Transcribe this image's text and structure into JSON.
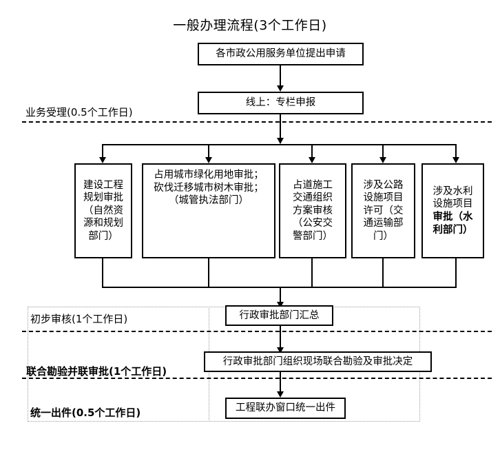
{
  "chart_data": {
    "type": "diagram",
    "title": "一般办理流程(3个工作日)",
    "nodes": [
      {
        "id": "n1",
        "label": "各市政公用服务单位提出申请"
      },
      {
        "id": "n2",
        "label": "线上：专栏申报"
      },
      {
        "id": "b1",
        "label": "建设工程规划审批（自然资源和规划部门）"
      },
      {
        "id": "b2",
        "label": "占用城市绿化用地审批；砍伐迁移城市树木审批；（城管执法部门）"
      },
      {
        "id": "b3",
        "label": "占道施工交通组织方案审核（公安交警部门）"
      },
      {
        "id": "b4",
        "label": "涉及公路设施项目许可（交通运输部门）"
      },
      {
        "id": "b5",
        "label": "涉及水利设施项目审批（水利部门）"
      },
      {
        "id": "n3",
        "label": "行政审批部门汇总"
      },
      {
        "id": "n4",
        "label": "行政审批部门组织现场联合勘验及审批决定"
      },
      {
        "id": "n5",
        "label": "工程联办窗口统一出件"
      }
    ],
    "stages": [
      {
        "id": "s1",
        "label": "业务受理(0.5个工作日)"
      },
      {
        "id": "s2",
        "label": "初步审核(1个工作日)"
      },
      {
        "id": "s3",
        "label": "联合勘验并联审批(1个工作日)"
      },
      {
        "id": "s4",
        "label": "统一出件(0.5个工作日)"
      }
    ]
  },
  "title": "一般办理流程(3个工作日)",
  "nodes": {
    "apply": "各市政公用服务单位提出申请",
    "online": "线上：专栏申报",
    "summary": "行政审批部门汇总",
    "joint_survey": "行政审批部门组织现场联合勘验及审批决定",
    "issue": "工程联办窗口统一出件"
  },
  "branches": {
    "b1_l1": "建设工程",
    "b1_l2": "规划审批",
    "b1_l3": "（自然资",
    "b1_l4": "源和规划",
    "b1_l5": "部门）",
    "b2_l1": "占用城市绿化用地审批；",
    "b2_l2": "砍伐迁移城市树木审批；",
    "b2_l3": "（城管执法部门）",
    "b3_l1": "占道施工",
    "b3_l2": "交通组织",
    "b3_l3": "方案审核",
    "b3_l4": "（公安交",
    "b3_l5": "警部门）",
    "b4_l1": "涉及公路",
    "b4_l2": "设施项目",
    "b4_l3": "许可（交",
    "b4_l4": "通运输部",
    "b4_l5": "门）",
    "b5_l1": "涉及水利",
    "b5_l2": "设施项目",
    "b5_l3": "审批（水",
    "b5_l4": "利部门）"
  },
  "stages": {
    "acceptance": "业务受理(0.5个工作日)",
    "preliminary": "初步审核(1个工作日)",
    "joint": "联合勘验并联审批(1个工作日)",
    "issuance": "统一出件(0.5个工作日)"
  },
  "colors": {
    "stroke": "#000000",
    "background": "#ffffff",
    "faint_guide": "#9a9a9a"
  }
}
